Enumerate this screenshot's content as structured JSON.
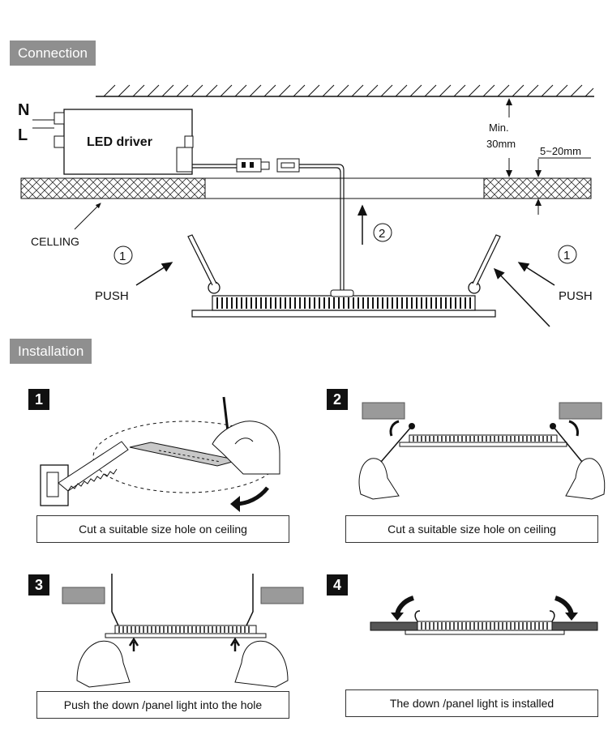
{
  "sections": {
    "connection": "Connection",
    "installation": "Installation"
  },
  "connection_diagram": {
    "neutral_label": "N",
    "live_label": "L",
    "driver_label": "LED driver",
    "ceiling_label": "CELLING",
    "min_label": "Min.",
    "min_value": "30mm",
    "thickness_label": "5~20mm",
    "push_left": "PUSH",
    "push_right": "PUSH",
    "marker_one": "1",
    "marker_two": "2"
  },
  "steps": [
    {
      "number": "1",
      "caption": "Cut a suitable size hole on ceiling"
    },
    {
      "number": "2",
      "caption": "Cut a suitable size hole on ceiling"
    },
    {
      "number": "3",
      "caption": "Push the down /panel light  into the hole"
    },
    {
      "number": "4",
      "caption": "The down /panel light is installed"
    }
  ]
}
